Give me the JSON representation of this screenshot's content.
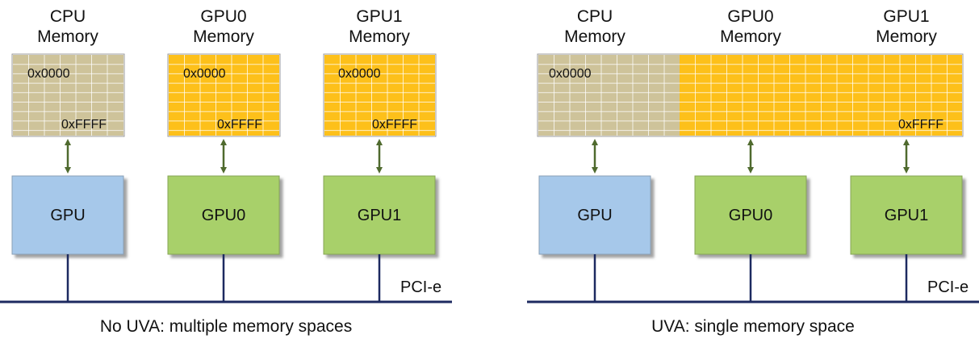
{
  "colors": {
    "cpu_memory": "#CEC39A",
    "gpu_memory": "#FDC01A",
    "cpu_chip": "#A6C8EA",
    "gpu_chip": "#A8D06A",
    "bus": "#1D2A60",
    "arrow": "#4F6A2E",
    "grid_line": "#FFFFFF"
  },
  "left": {
    "memory_labels": [
      {
        "line1": "CPU",
        "line2": "Memory"
      },
      {
        "line1": "GPU0",
        "line2": "Memory"
      },
      {
        "line1": "GPU1",
        "line2": "Memory"
      }
    ],
    "start_addresses": [
      "0x0000",
      "0x0000",
      "0x0000"
    ],
    "end_addresses": [
      "0xFFFF",
      "0xFFFF",
      "0xFFFF"
    ],
    "chips": [
      "GPU",
      "GPU0",
      "GPU1"
    ],
    "bus_label": "PCI-e",
    "caption": "No UVA: multiple memory spaces"
  },
  "right": {
    "memory_labels": [
      {
        "line1": "CPU",
        "line2": "Memory"
      },
      {
        "line1": "GPU0",
        "line2": "Memory"
      },
      {
        "line1": "GPU1",
        "line2": "Memory"
      }
    ],
    "start_address": "0x0000",
    "end_address": "0xFFFF",
    "chips": [
      "GPU",
      "GPU0",
      "GPU1"
    ],
    "bus_label": "PCI-e",
    "caption": "UVA: single memory space"
  }
}
